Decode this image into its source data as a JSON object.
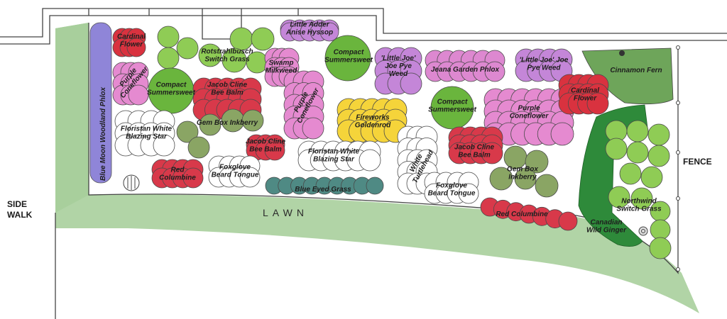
{
  "labels": {
    "side_walk_1": "SIDE",
    "side_walk_2": "WALK",
    "fence": "FENCE",
    "lawn": "LAWN"
  },
  "colors": {
    "lawn": "#a8cf9c",
    "cardinal_flower": "#d9323f",
    "purple_coneflower": "#e58ad0",
    "switch_grass": "#8fcc55",
    "summersweet": "#6ab53d",
    "gem_box_inkberry": "#8aa564",
    "bee_balm": "#d8394a",
    "phlox": "#dd88d0",
    "joe_pye_weed": "#c486d8",
    "goldenrod": "#f5d43a",
    "blue_eyed_grass": "#4f8a84",
    "woodland_phlox": "#8f85d8",
    "wild_ginger": "#2e8a3a",
    "cinnamon_fern": "#6ea55a",
    "white_flowers": "#ffffff"
  },
  "plants": {
    "blue_moon_woodland_phlox": "Blue Moon Woodland Phlox",
    "cardinal_flower_1": [
      "Cardinal",
      "Flower"
    ],
    "purple_coneflower_1": [
      "Purple",
      "Coneflower"
    ],
    "compact_summersweet_1": [
      "Compact",
      "Summersweet"
    ],
    "rotstrahlbusch_switch_grass": [
      "Rotstrahlbusch",
      "Switch Grass"
    ],
    "little_adder_anise_hyssop": [
      "Little Adder",
      "Anise Hyssop"
    ],
    "swamp_milkweed": [
      "Swamp",
      "Milkweed"
    ],
    "compact_summersweet_2": [
      "Compact",
      "Summersweet"
    ],
    "little_joe_joe_pye_weed_1": [
      "'Little Joe'",
      "Joe Pye",
      "Weed"
    ],
    "jeana_garden_phlox": "Jeana Garden Phlox",
    "little_joe_pye_weed_2": [
      "'Little Joe' Joe",
      "Pye Weed"
    ],
    "cinnamon_fern": "Cinnamon Fern",
    "jacob_cline_bee_balm_1": [
      "Jacob Cline",
      "Bee Balm"
    ],
    "purple_coneflower_2": [
      "Purple",
      "Coneflower"
    ],
    "compact_summersweet_3": [
      "Compact",
      "Summersweet"
    ],
    "purple_coneflower_3": [
      "Purple",
      "Coneflower"
    ],
    "cardinal_flower_2": [
      "Cardinal",
      "Flower"
    ],
    "floristan_white_blazing_star_1": [
      "Floristan White",
      "Blazing Star"
    ],
    "gem_box_inkberry_1": "Gem Box Inkberry",
    "fireworks_goldenrod": [
      "Fireworks",
      "Goldenrod"
    ],
    "jacob_cline_bee_balm_2": [
      "Jacob Cline",
      "Bee Balm"
    ],
    "floristan_white_blazing_star_2": [
      "Floristan White",
      "Blazing Star"
    ],
    "white_turtlehead": [
      "White",
      "Turtlehead"
    ],
    "jacob_cline_bee_balm_3": [
      "Jacob Cline",
      "Bee Balm"
    ],
    "red_columbine_1": [
      "Red",
      "Columbine"
    ],
    "foxglove_beard_tongue_1": [
      "Foxglove",
      "Beard Tongue"
    ],
    "blue_eyed_grass": "Blue Eyed Grass",
    "foxglove_beard_tongue_2": [
      "Foxglove",
      "Beard Tongue"
    ],
    "gem_box_inkberry_2": [
      "Gem Box",
      "Inkberry"
    ],
    "red_columbine_2": "Red Columbine",
    "northwind_switch_grass": [
      "Northwind",
      "Switch Grass"
    ],
    "canadian_wild_ginger": [
      "Canadian",
      "Wild Ginger"
    ]
  }
}
